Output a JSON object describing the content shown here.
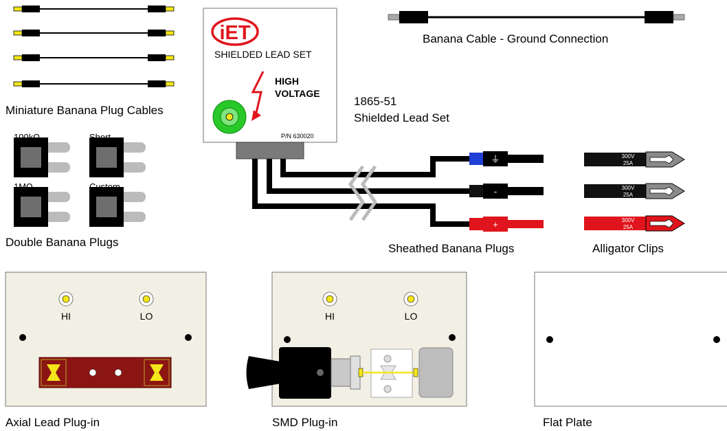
{
  "labels": {
    "mini_cables": "Miniature Banana Plug Cables",
    "ground_cable": "Banana Cable - Ground Connection",
    "lead_set_line1": "1865-51",
    "lead_set_line2": "Shielded Lead Set",
    "double_plugs": "Double Banana Plugs",
    "sheathed_plugs": "Sheathed Banana Plugs",
    "alligator_clips": "Alligator Clips",
    "axial": "Axial Lead Plug-in",
    "smd": "SMD Plug-in",
    "flat_plate": "Flat Plate"
  },
  "leadbox": {
    "logo": "iET",
    "title": "SHIELDED LEAD SET",
    "warning_line1": "HIGH",
    "warning_line2": "VOLTAGE",
    "part_number": "P/N 630020"
  },
  "double_plugs": [
    {
      "label": "100kΩ"
    },
    {
      "label": "Short"
    },
    {
      "label": "1MΩ"
    },
    {
      "label": "Custom"
    }
  ],
  "sheathed_plugs": [
    {
      "symbol": "⏚",
      "color": "#1f3fd6"
    },
    {
      "symbol": "-",
      "color": "#111111"
    },
    {
      "symbol": "+",
      "color": "#e0141c"
    }
  ],
  "alligator_clips": [
    {
      "rating_line1": "300V",
      "rating_line2": "25A",
      "color": "#111111"
    },
    {
      "rating_line1": "300V",
      "rating_line2": "25A",
      "color": "#111111"
    },
    {
      "rating_line1": "300V",
      "rating_line2": "25A",
      "color": "#e0141c"
    }
  ],
  "plate_terminals": {
    "hi": "HI",
    "lo": "LO"
  },
  "colors": {
    "plate": "#f2f0e4",
    "plug_yellow": "#f4e61a",
    "axial_bar": "#8b1512",
    "cable": "#000000",
    "red_cable": "#e0141c",
    "blue_sheath": "#1f3fd6",
    "gray_plug": "#a8a8a8"
  }
}
